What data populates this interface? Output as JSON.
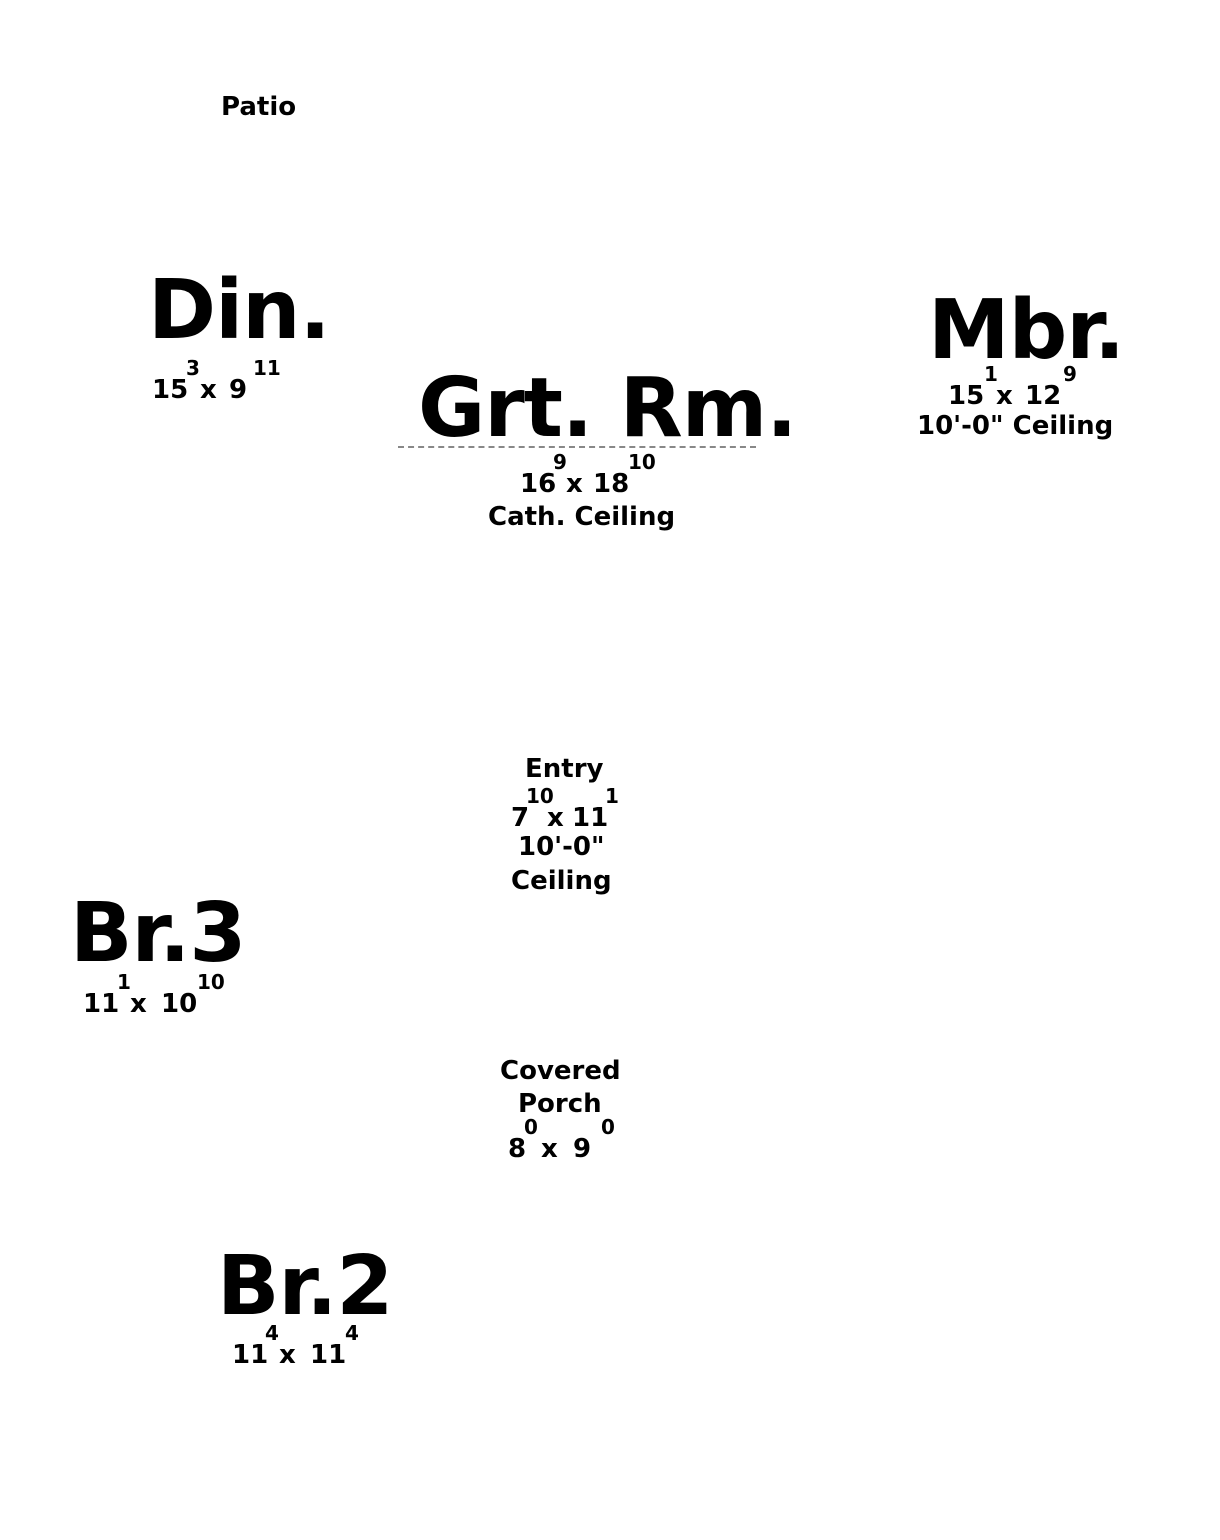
{
  "rooms": {
    "patio": {
      "label": "Patio"
    },
    "din": {
      "label": "Din.",
      "w_ft": "15",
      "w_in": "3",
      "x": "x",
      "d_ft": "9",
      "d_in": "11"
    },
    "grt": {
      "label": "Grt. Rm.",
      "w_ft": "16",
      "w_in": "9",
      "x": "x",
      "d_ft": "18",
      "d_in": "10",
      "ceiling": "Cath. Ceiling"
    },
    "mbr": {
      "label": "Mbr.",
      "w_ft": "15",
      "w_in": "1",
      "x": "x",
      "d_ft": "12",
      "d_in": "9",
      "ceiling": "10'-0\" Ceiling"
    },
    "entry": {
      "label": "Entry",
      "w_ft": "7",
      "w_in": "10",
      "x": "x",
      "d_ft": "11",
      "d_in": "1",
      "ceiling_line1": "10'-0\"",
      "ceiling_line2": "Ceiling"
    },
    "br3": {
      "label": "Br.3",
      "w_ft": "11",
      "w_in": "1",
      "x": "x",
      "d_ft": "10",
      "d_in": "10"
    },
    "porch": {
      "label_line1": "Covered",
      "label_line2": "Porch",
      "w_ft": "8",
      "w_in": "0",
      "x": "x",
      "d_ft": "9",
      "d_in": "0"
    },
    "br2": {
      "label": "Br.2",
      "w_ft": "11",
      "w_in": "4",
      "x": "x",
      "d_ft": "11",
      "d_in": "4"
    }
  }
}
